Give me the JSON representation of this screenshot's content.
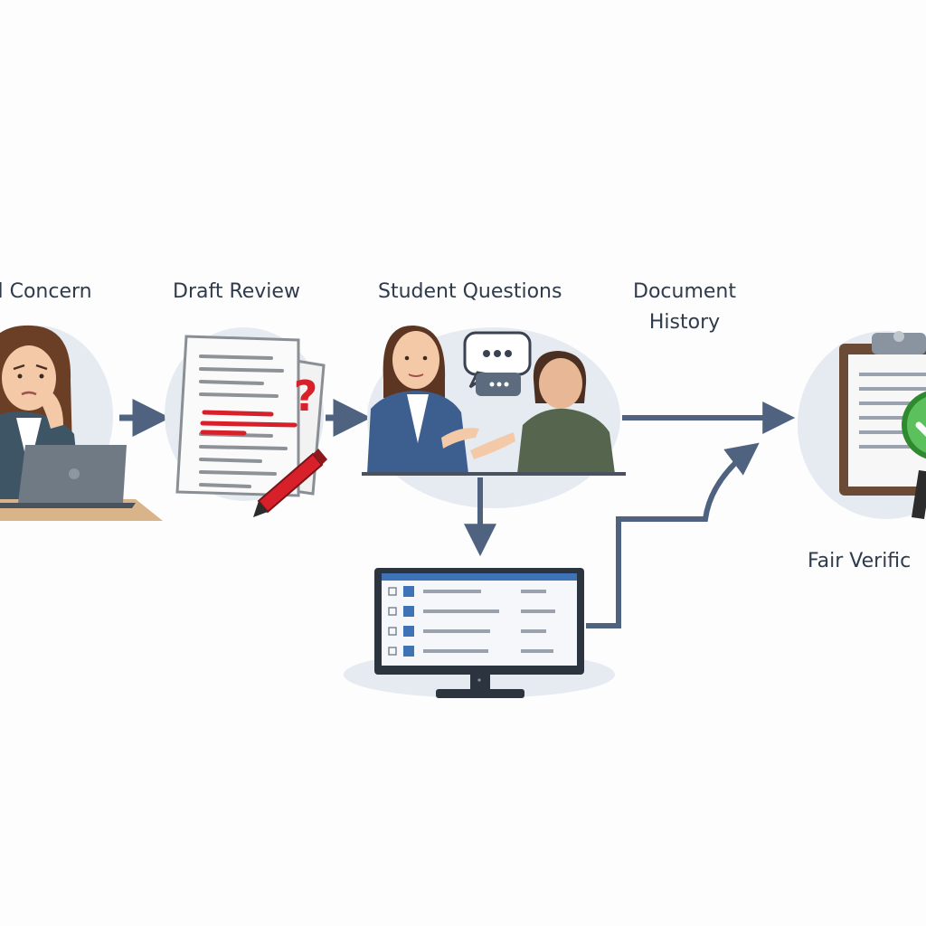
{
  "diagram": {
    "steps": [
      {
        "id": "concern",
        "label": "al Concern"
      },
      {
        "id": "draft",
        "label": "Draft Review"
      },
      {
        "id": "questions",
        "label": "Student Questions"
      },
      {
        "id": "history",
        "label": "Document History"
      },
      {
        "id": "verify",
        "label": "Fair Verific"
      }
    ],
    "draft_mark": "?",
    "colors": {
      "arrow": "#4f6380",
      "text": "#2f3b4c",
      "accent_red": "#d8202a",
      "check_green": "#3aa83a",
      "screen_blue": "#3f73b8",
      "backdrop": "#e6ebf2"
    }
  }
}
